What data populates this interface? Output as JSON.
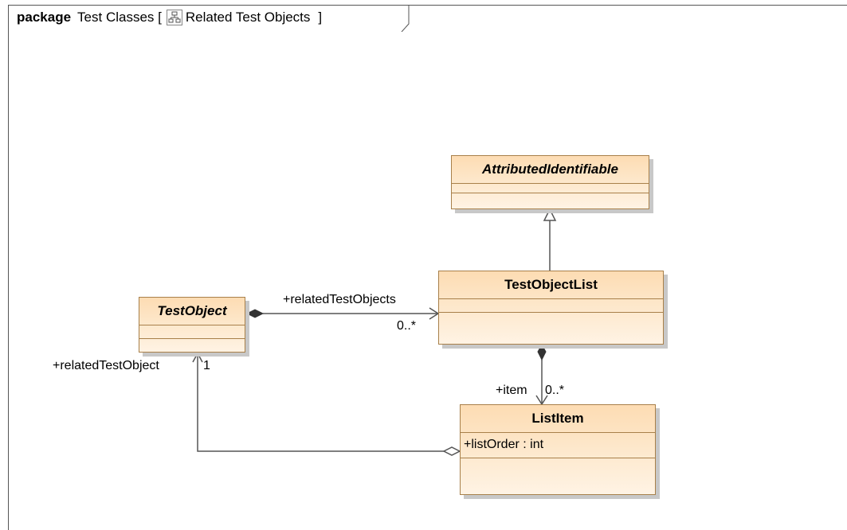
{
  "frame": {
    "keyword": "package",
    "name": "Test Classes [",
    "diagram_name": "Related Test Objects",
    "close_bracket": "]"
  },
  "classes": {
    "attributed_identifiable": {
      "name": "AttributedIdentifiable"
    },
    "test_object_list": {
      "name": "TestObjectList"
    },
    "test_object": {
      "name": "TestObject"
    },
    "list_item": {
      "name": "ListItem",
      "attributes": [
        "+listOrder : int"
      ]
    }
  },
  "associations": {
    "related_test_objects": {
      "role": "+relatedTestObjects",
      "multiplicity": "0..*"
    },
    "related_test_object": {
      "role": "+relatedTestObject",
      "multiplicity": "1"
    },
    "item": {
      "role": "+item",
      "multiplicity": "0..*"
    }
  },
  "colors": {
    "class_fill_top": "#fddcb3",
    "class_fill_bottom": "#fff3e4",
    "class_border": "#a8804a",
    "line": "#555555"
  }
}
